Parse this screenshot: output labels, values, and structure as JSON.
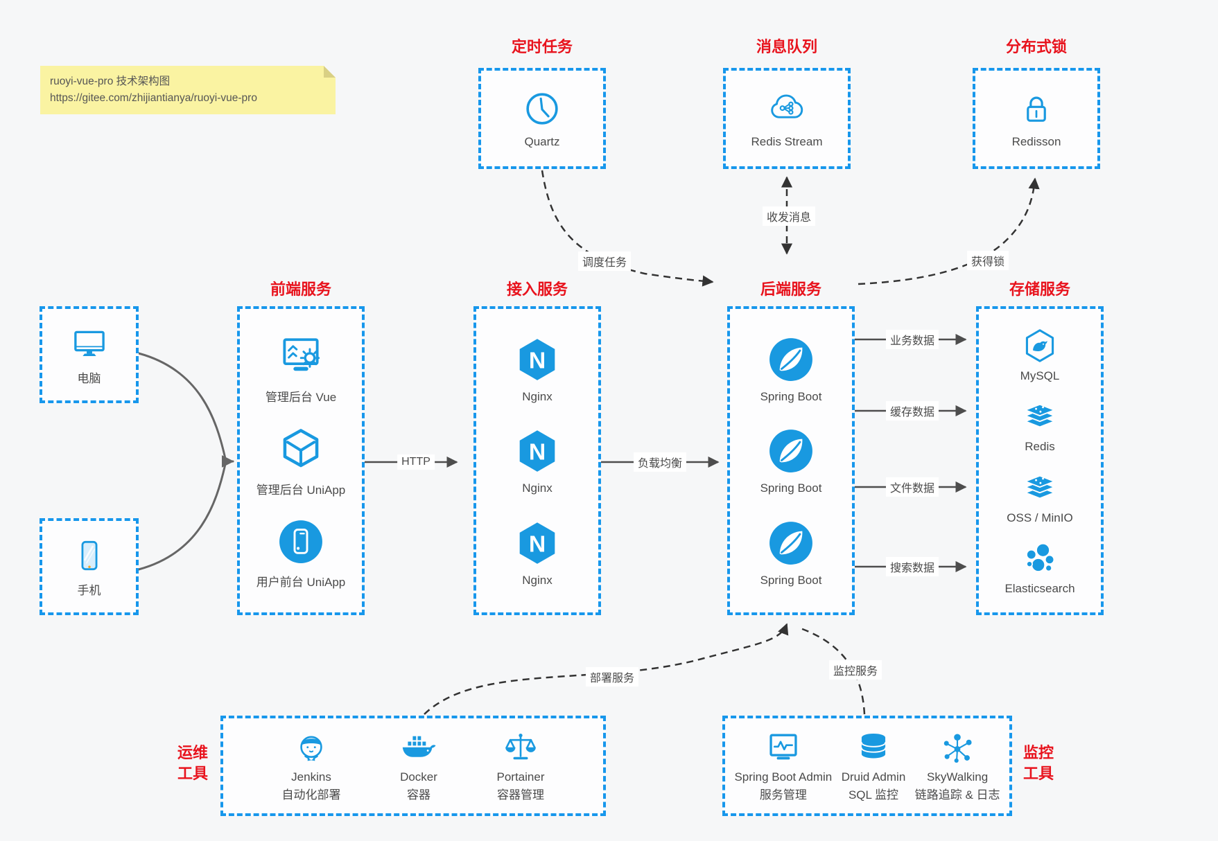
{
  "colors": {
    "accent-blue": "#1797EC",
    "icon-blue": "#1999E0",
    "title-red": "#E8131D",
    "text-dark": "#4A4A4A",
    "note-bg": "#FAF3A2",
    "arrow-dark": "#4D4D4D",
    "dashed-dark": "#333333",
    "canvas-bg": "#F6F7F8"
  },
  "note": {
    "line1": "ruoyi-vue-pro 技术架构图",
    "line2": "https://gitee.com/zhijiantianya/ruoyi-vue-pro"
  },
  "top_services": [
    {
      "title": "定时任务",
      "item": {
        "icon": "clock-icon",
        "label": "Quartz"
      }
    },
    {
      "title": "消息队列",
      "item": {
        "icon": "cloud-stream-icon",
        "label": "Redis Stream"
      }
    },
    {
      "title": "分布式锁",
      "item": {
        "icon": "lock-icon",
        "label": "Redisson"
      }
    }
  ],
  "clients": [
    {
      "icon": "desktop-icon",
      "label": "电脑"
    },
    {
      "icon": "smartphone-icon",
      "label": "手机"
    }
  ],
  "columns": [
    {
      "title": "前端服务",
      "items": [
        {
          "icon": "admin-vue-icon",
          "label": "管理后台 Vue"
        },
        {
          "icon": "uniapp-cube-icon",
          "label": "管理后台 UniApp"
        },
        {
          "icon": "mobile-app-icon",
          "label": "用户前台 UniApp"
        }
      ]
    },
    {
      "title": "接入服务",
      "items": [
        {
          "icon": "nginx-icon",
          "label": "Nginx"
        },
        {
          "icon": "nginx-icon",
          "label": "Nginx"
        },
        {
          "icon": "nginx-icon",
          "label": "Nginx"
        }
      ]
    },
    {
      "title": "后端服务",
      "items": [
        {
          "icon": "spring-boot-icon",
          "label": "Spring Boot"
        },
        {
          "icon": "spring-boot-icon",
          "label": "Spring Boot"
        },
        {
          "icon": "spring-boot-icon",
          "label": "Spring Boot"
        }
      ]
    },
    {
      "title": "存储服务",
      "items": [
        {
          "icon": "mysql-icon",
          "label": "MySQL"
        },
        {
          "icon": "redis-icon",
          "label": "Redis"
        },
        {
          "icon": "object-storage-icon",
          "label": "OSS / MinIO"
        },
        {
          "icon": "elasticsearch-icon",
          "label": "Elasticsearch"
        }
      ]
    }
  ],
  "ops_tools": {
    "side_label_line1": "运维",
    "side_label_line2": "工具",
    "items": [
      {
        "icon": "jenkins-icon",
        "line1": "Jenkins",
        "line2": "自动化部署"
      },
      {
        "icon": "docker-icon",
        "line1": "Docker",
        "line2": "容器"
      },
      {
        "icon": "portainer-icon",
        "line1": "Portainer",
        "line2": "容器管理"
      }
    ]
  },
  "monitor_tools": {
    "side_label_line1": "监控",
    "side_label_line2": "工具",
    "items": [
      {
        "icon": "spring-boot-admin-icon",
        "line1": "Spring Boot Admin",
        "line2": "服务管理"
      },
      {
        "icon": "druid-icon",
        "line1": "Druid Admin",
        "line2": "SQL 监控"
      },
      {
        "icon": "skywalking-icon",
        "line1": "SkyWalking",
        "line2": "链路追踪 & 日志"
      }
    ]
  },
  "edges": {
    "http": "HTTP",
    "load_balance": "负载均衡",
    "business_data": "业务数据",
    "cache_data": "缓存数据",
    "file_data": "文件数据",
    "search_data": "搜索数据",
    "schedule_task": "调度任务",
    "send_receive_msg": "收发消息",
    "acquire_lock": "获得锁",
    "deploy_service": "部署服务",
    "monitor_service": "监控服务"
  }
}
